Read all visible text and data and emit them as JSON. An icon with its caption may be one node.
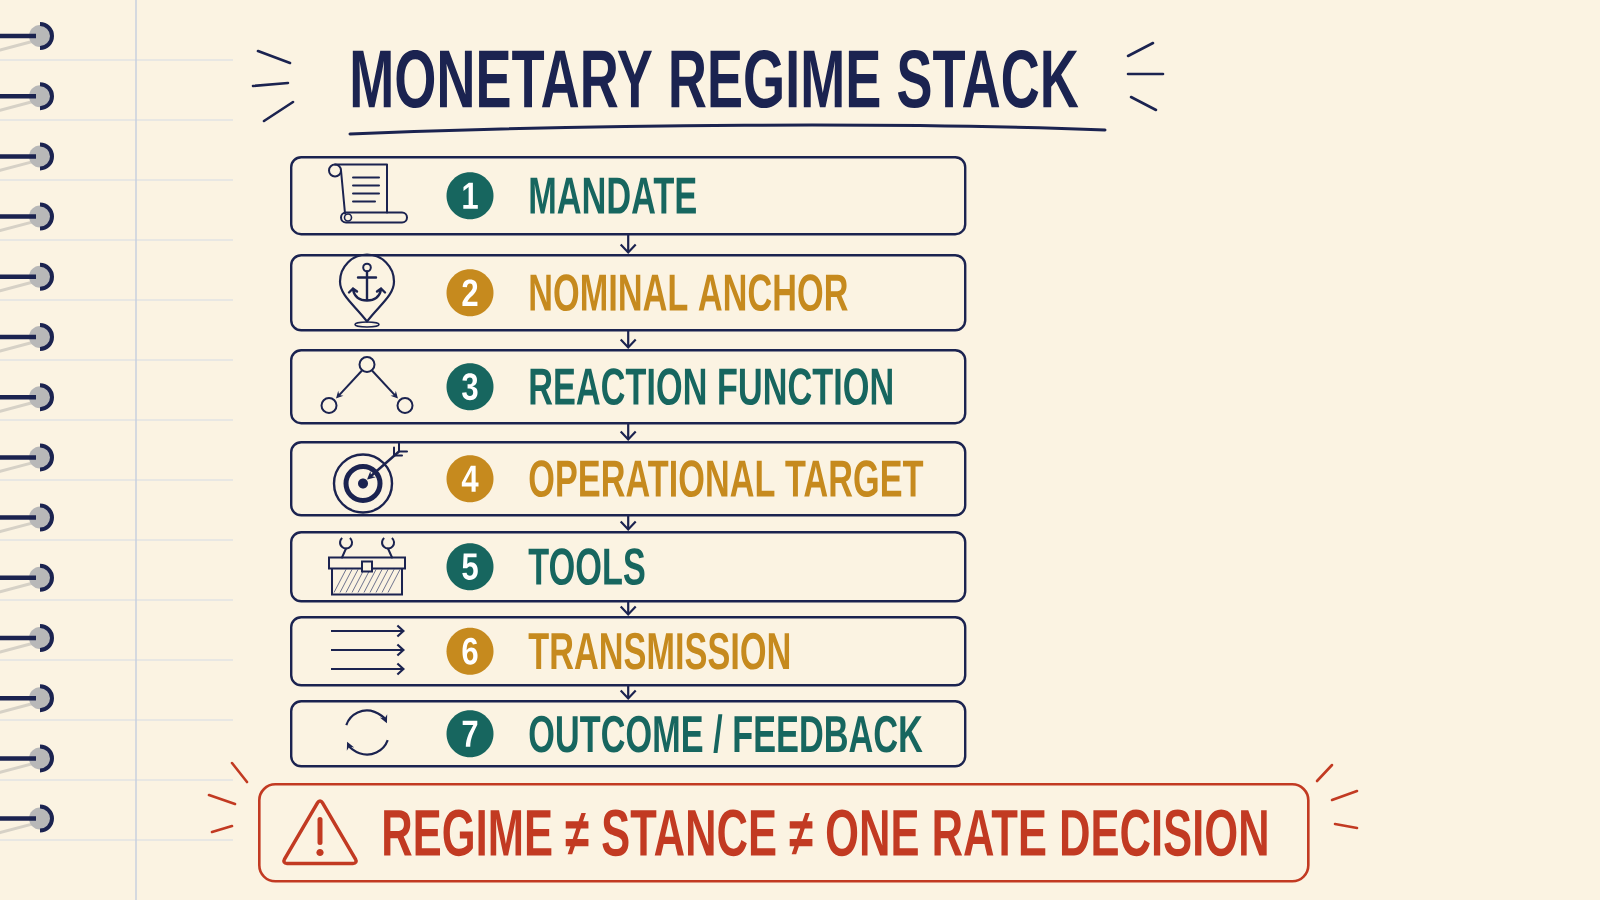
{
  "diagram": {
    "title": "MONETARY REGIME STACK",
    "nodes": [
      {
        "text": [
          "MANDATE"
        ]
      },
      {
        "text": [
          "1"
        ],
        "in": 0
      },
      {
        "text": [
          "NOMINAL ANCHOR"
        ]
      },
      {
        "text": [
          "2"
        ],
        "in": 2
      },
      {
        "text": [
          "REACTION FUNCTION"
        ]
      },
      {
        "text": [
          "3"
        ],
        "in": 4
      },
      {
        "text": [
          "OPERATIONAL TARGET"
        ]
      },
      {
        "text": [
          "4"
        ],
        "in": 6
      },
      {
        "text": [
          "TOOLS"
        ]
      },
      {
        "text": [
          "5"
        ],
        "in": 8
      },
      {
        "text": [
          "TRANSMISSION"
        ]
      },
      {
        "text": [
          "6"
        ],
        "in": 10
      },
      {
        "text": [
          "OUTCOME / FEEDBACK"
        ]
      },
      {
        "text": [
          "7"
        ],
        "in": 12
      },
      {
        "text": [
          "REGIME ≠ STANCE ≠ ONE RATE DECISION"
        ]
      }
    ],
    "edges": [
      {
        "from": 0,
        "to": 2,
        "arrow": "to"
      },
      {
        "from": 2,
        "to": 4,
        "arrow": "to"
      },
      {
        "from": 4,
        "to": 6,
        "arrow": "to"
      },
      {
        "from": 6,
        "to": 8,
        "arrow": "to"
      },
      {
        "from": 8,
        "to": 10,
        "arrow": "to"
      },
      {
        "from": 10,
        "to": 12,
        "arrow": "to"
      }
    ]
  }
}
